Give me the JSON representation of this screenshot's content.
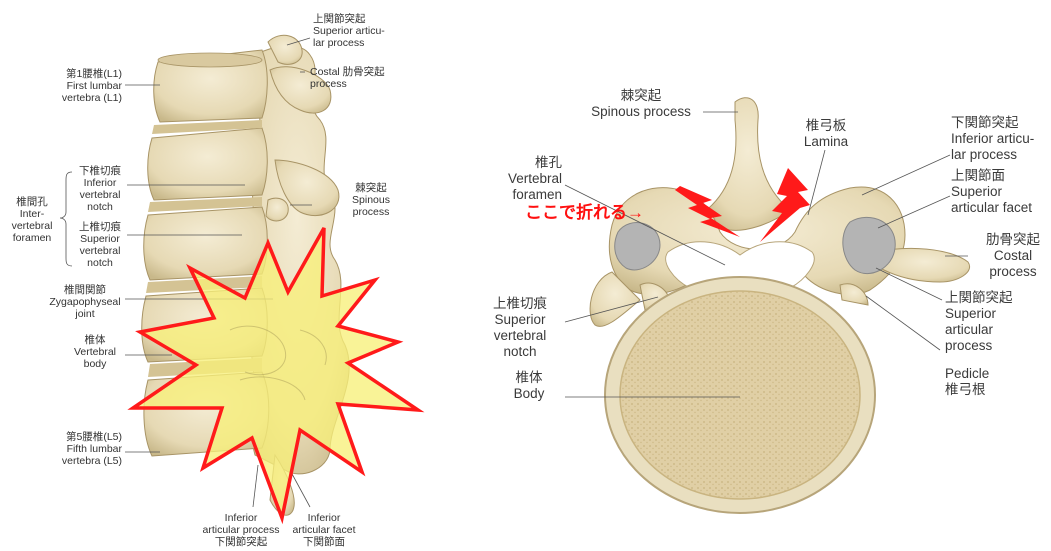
{
  "left_figure": {
    "l1_label": [
      "第1腰椎(L1)",
      "First lumbar",
      "vertebra (L1)"
    ],
    "superior_articular_process_label": [
      "上関節突起",
      "Superior articu-",
      "lar process"
    ],
    "costal_process_label": [
      "Costal 肋骨突起",
      "process"
    ],
    "inferior_vertebral_notch_label": [
      "下椎切痕",
      "Inferior",
      "vertebral",
      "notch"
    ],
    "intervertebral_foramen_label": [
      "椎間孔",
      "Inter-",
      "vertebral",
      "foramen"
    ],
    "superior_vertebral_notch_label": [
      "上椎切痕",
      "Superior",
      "vertebral",
      "notch"
    ],
    "spinous_process_label": [
      "棘突起",
      "Spinous",
      "process"
    ],
    "zygapophyseal_joint_label": [
      "椎間関節",
      "Zygapophyseal",
      "joint"
    ],
    "vertebral_body_label": [
      "椎体",
      "Vertebral",
      "body"
    ],
    "l5_label": [
      "第5腰椎(L5)",
      "Fifth lumbar",
      "vertebra (L5)"
    ],
    "inferior_articular_process_label": [
      "Inferior",
      "articular process",
      "下関節突起"
    ],
    "inferior_articular_facet_label": [
      "Inferior",
      "articular facet",
      "下関節面"
    ]
  },
  "right_figure": {
    "spinous_process_label": [
      "棘突起",
      "Spinous process"
    ],
    "lamina_label": [
      "椎弓板",
      "Lamina"
    ],
    "inferior_articular_process_label": [
      "下関節突起",
      "Inferior articu-",
      "lar process"
    ],
    "superior_articular_facet_label": [
      "上関節面",
      "Superior",
      "articular facet"
    ],
    "vertebral_foramen_label": [
      "椎孔",
      "Vertebral",
      "foramen"
    ],
    "callout": "ここで折れる→",
    "costal_process_label": [
      "肋骨突起",
      "Costal",
      "process"
    ],
    "superior_articular_process_label": [
      "上関節突起",
      "Superior",
      "articular",
      "process"
    ],
    "superior_vertebral_notch_label": [
      "上椎切痕",
      "Superior",
      "vertebral",
      "notch"
    ],
    "body_label": [
      "椎体",
      "Body"
    ],
    "pedicle_label": [
      "Pedicle",
      "椎弓根"
    ]
  },
  "colors": {
    "bone": "#e9dfc0",
    "bone_shadow": "#c9b98d",
    "burst_fill": "#f7f07a",
    "burst_stroke": "#ff1a1a",
    "callout_text": "#ff1010"
  }
}
